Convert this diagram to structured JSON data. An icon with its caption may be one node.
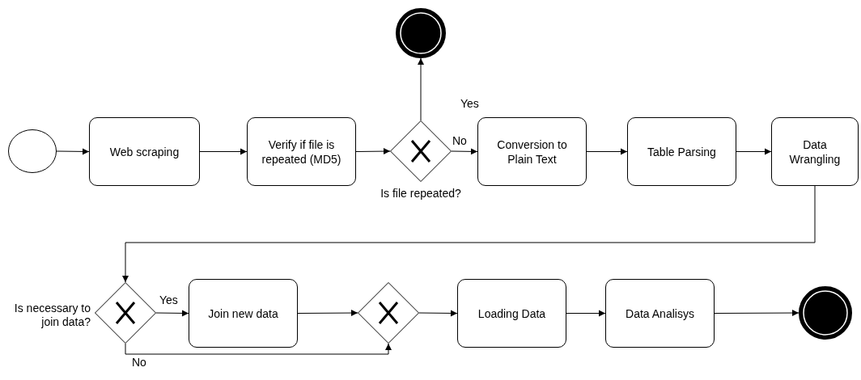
{
  "diagram": {
    "nodes": [
      {
        "text": [],
        "shape": "circle"
      },
      {
        "text": [
          "Web scraping"
        ]
      },
      {
        "text": [
          "Verify if file is repeated (MD5)"
        ]
      },
      {
        "text": [],
        "shape": "diamond",
        "beside": [
          "Is file repeated?"
        ]
      },
      {
        "text": [],
        "shape": "circle"
      },
      {
        "text": [
          "Conversion to Plain Text"
        ]
      },
      {
        "text": [
          "Table Parsing"
        ]
      },
      {
        "text": [
          "Data Wrangling"
        ]
      },
      {
        "text": [],
        "shape": "diamond",
        "beside": [
          "Is necessary to join data?"
        ]
      },
      {
        "text": [
          "Join new data"
        ]
      },
      {
        "text": [],
        "shape": "diamond"
      },
      {
        "text": [
          "Loading Data"
        ]
      },
      {
        "text": [
          "Data Analisys"
        ]
      },
      {
        "text": [],
        "shape": "circle"
      }
    ],
    "edges": [
      {
        "from": 0,
        "to": 1,
        "arrow": "to"
      },
      {
        "from": 1,
        "to": 2,
        "arrow": "to"
      },
      {
        "from": 2,
        "to": 3,
        "arrow": "to"
      },
      {
        "from": 3,
        "to": 4,
        "arrow": "to",
        "label": "Yes"
      },
      {
        "from": 3,
        "to": 5,
        "arrow": "to",
        "label": "No"
      },
      {
        "from": 5,
        "to": 6,
        "arrow": "to"
      },
      {
        "from": 6,
        "to": 7,
        "arrow": "to"
      },
      {
        "from": 7,
        "to": 8,
        "arrow": "to"
      },
      {
        "from": 8,
        "to": 9,
        "arrow": "to",
        "label": "Yes"
      },
      {
        "from": 9,
        "to": 10,
        "arrow": "to"
      },
      {
        "from": 8,
        "to": 10,
        "arrow": "to",
        "label": "No"
      },
      {
        "from": 10,
        "to": 11,
        "arrow": "to"
      },
      {
        "from": 11,
        "to": 12,
        "arrow": "to"
      },
      {
        "from": 12,
        "to": 13,
        "arrow": "to"
      }
    ]
  }
}
